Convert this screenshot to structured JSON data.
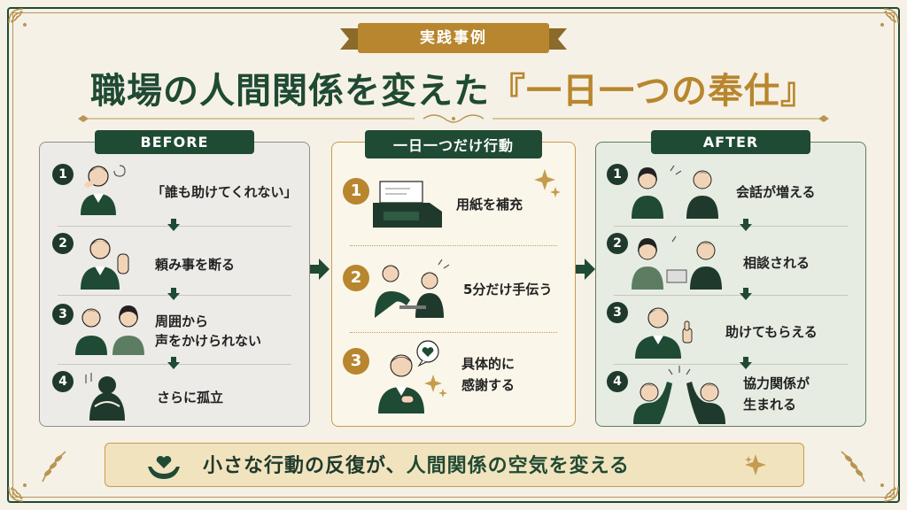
{
  "header": {
    "ribbon_label": "実践事例",
    "title_main": "職場の人間関係を変えた",
    "title_accent": "『一日一つの奉仕』"
  },
  "before": {
    "tab": "BEFORE",
    "steps": [
      {
        "num": "1",
        "text": "「誰も助けてくれない」"
      },
      {
        "num": "2",
        "text": "頼み事を断る"
      },
      {
        "num": "3",
        "text_line1": "周囲から",
        "text_line2": "声をかけられない"
      },
      {
        "num": "4",
        "text": "さらに孤立"
      }
    ]
  },
  "action": {
    "tab": "一日一つだけ行動",
    "steps": [
      {
        "num": "1",
        "text": "用紙を補充"
      },
      {
        "num": "2",
        "text": "5分だけ手伝う"
      },
      {
        "num": "3",
        "text_line1": "具体的に",
        "text_line2": "感謝する"
      }
    ]
  },
  "after": {
    "tab": "AFTER",
    "steps": [
      {
        "num": "1",
        "text": "会話が増える"
      },
      {
        "num": "2",
        "text": "相談される"
      },
      {
        "num": "3",
        "text": "助けてもらえる"
      },
      {
        "num": "4",
        "text_line1": "協力関係が",
        "text_line2": "生まれる"
      }
    ]
  },
  "banner": {
    "text_part1": "小さな行動の反復が、",
    "text_part2": "人間関係の空気を変える"
  },
  "icons": {
    "banner_icon": "heart-hands-icon",
    "sparkle": "sparkle-icon"
  },
  "colors": {
    "primary_green": "#1f4a33",
    "gold": "#b8862e",
    "background": "#f6f1e6"
  }
}
